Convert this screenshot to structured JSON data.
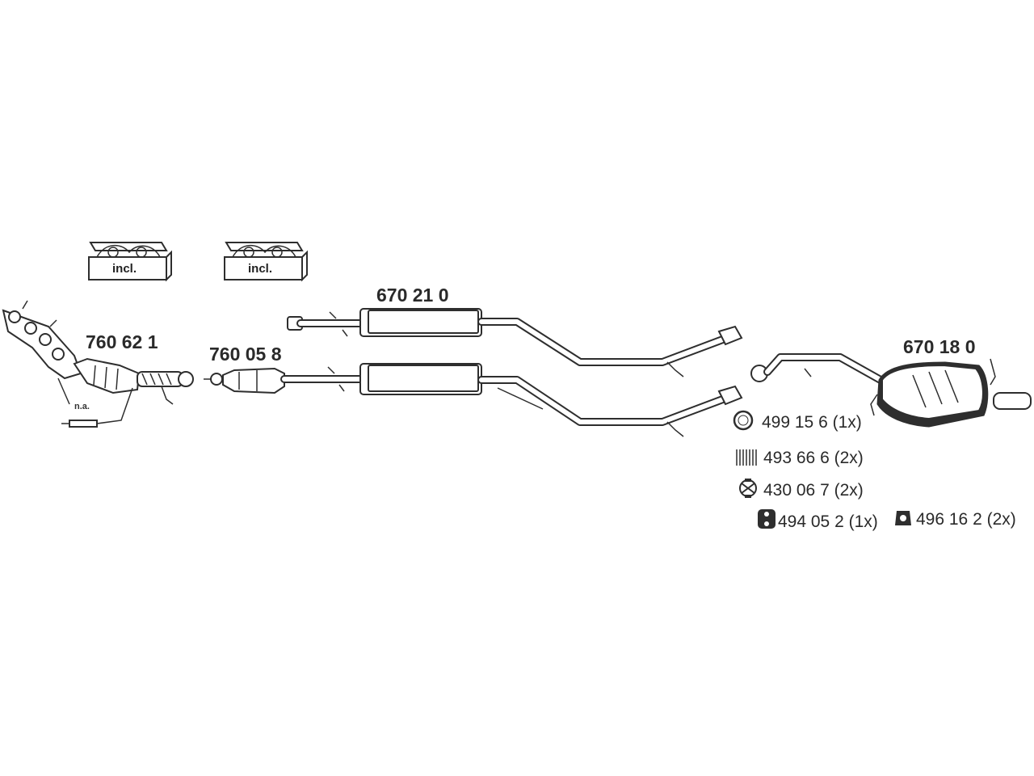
{
  "parts": {
    "manifold_cat": "760 62 1",
    "catalyst": "760 05 8",
    "middle_silencer": "670 21 0",
    "rear_silencer": "670 18 0"
  },
  "kits": {
    "kit1": "incl.",
    "kit2": "incl."
  },
  "sensor_note": "n.a.",
  "accessories": [
    {
      "label": "499 15 6 (1x)",
      "icon": "ring-gasket-icon"
    },
    {
      "label": "493 66 6 (2x)",
      "icon": "spring-icon"
    },
    {
      "label": "430 06 7 (2x)",
      "icon": "clamp-icon"
    },
    {
      "label": "494 05 2 (1x)",
      "icon": "rubber-mount-icon"
    },
    {
      "label": "496 16 2 (2x)",
      "icon": "rubber-hanger-icon"
    }
  ]
}
